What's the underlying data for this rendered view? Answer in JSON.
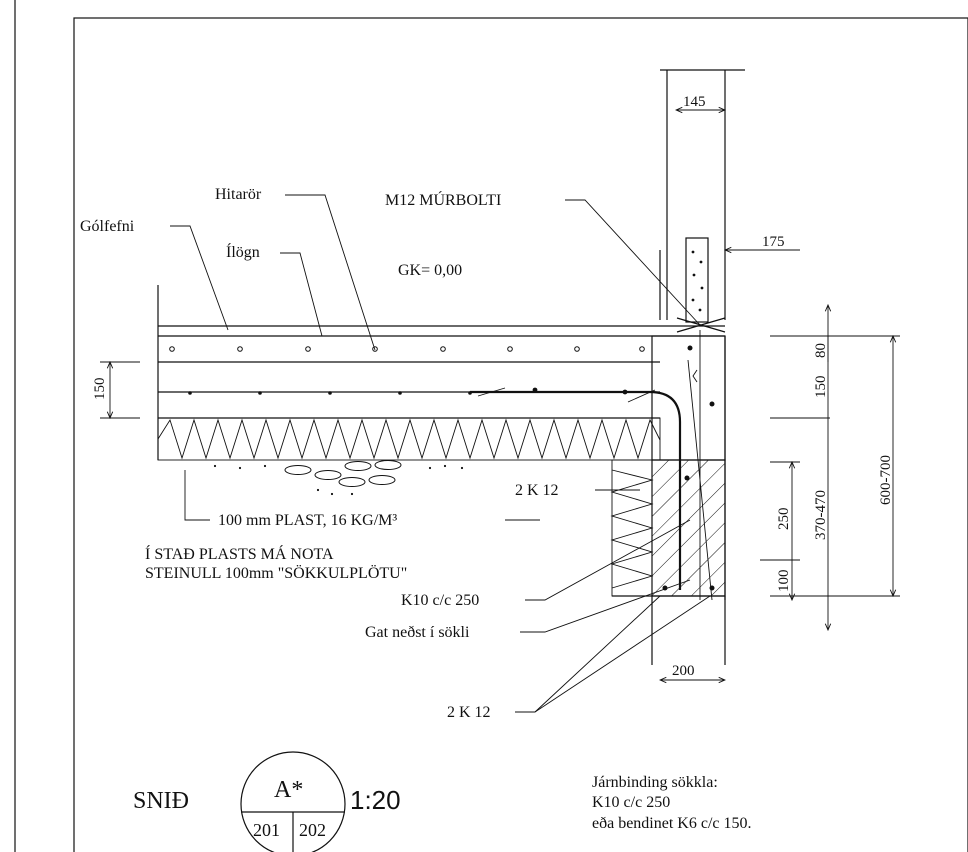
{
  "labels": {
    "golfefni": "Gólfefni",
    "hitaror": "Hitarör",
    "ilogn": "Ílögn",
    "murbolti": "M12 MÚRBOLTI",
    "gk": "GK= 0,00",
    "k12_upper": "2 K 12",
    "plast": "100 mm PLAST, 16 KG/M³",
    "note_line1": "Í STAÐ PLASTS MÁ NOTA",
    "note_line2": "STEINULL 100mm \"SÖKKULPLÖTU\"",
    "k10": "K10 c/c 250",
    "gat": "Gat neðst í sökli",
    "k12_lower": "2 K 12"
  },
  "dimensions": {
    "d145": "145",
    "d175": "175",
    "d150_left": "150",
    "d80": "80",
    "d150_right": "150",
    "d250": "250",
    "d100": "100",
    "d370_470": "370-470",
    "d600_700": "600-700",
    "d200": "200"
  },
  "title_block": {
    "snid": "SNIÐ",
    "mark": "A*",
    "sheet_left": "201",
    "sheet_right": "202",
    "scale": "1:20"
  },
  "reinforcement_note": {
    "line1": "Járnbinding sökkla:",
    "line2": "K10 c/c 250",
    "line3": "eða bendinet K6 c/c 150."
  }
}
